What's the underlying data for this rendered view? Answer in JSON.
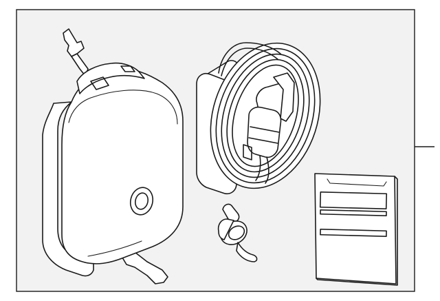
{
  "diagram": {
    "background": "#f2f2f2",
    "line_color": "#1a1a1a",
    "parts": [
      {
        "id": "carry-bag",
        "icon": "carry-bag-icon"
      },
      {
        "id": "charging-cable",
        "icon": "coiled-cable-icon"
      },
      {
        "id": "cable-clip",
        "icon": "clip-icon"
      },
      {
        "id": "instruction-manual",
        "icon": "booklet-icon"
      }
    ],
    "manual_text": ""
  }
}
